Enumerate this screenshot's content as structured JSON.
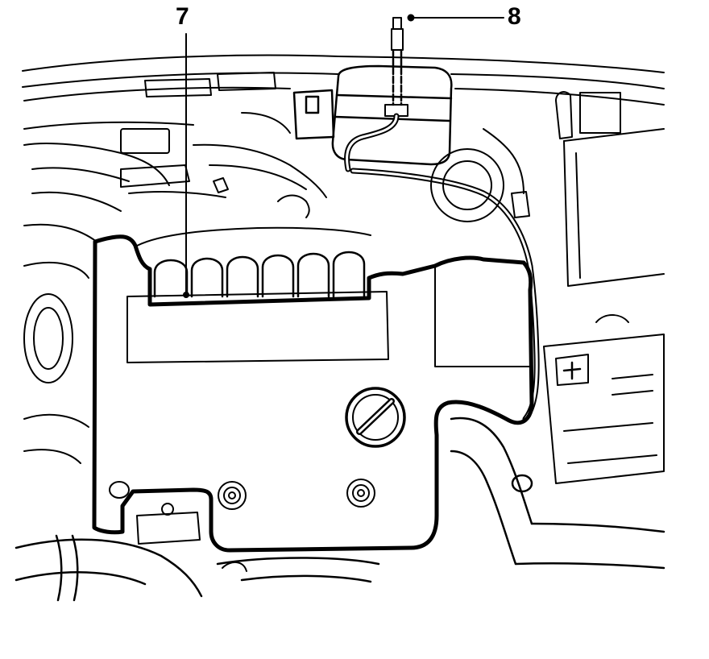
{
  "callouts": [
    {
      "label": "7",
      "target": "intake-manifold-cover"
    },
    {
      "label": "8",
      "target": "hose-connector"
    }
  ],
  "colors": {
    "ink": "#000000",
    "background": "#ffffff"
  }
}
